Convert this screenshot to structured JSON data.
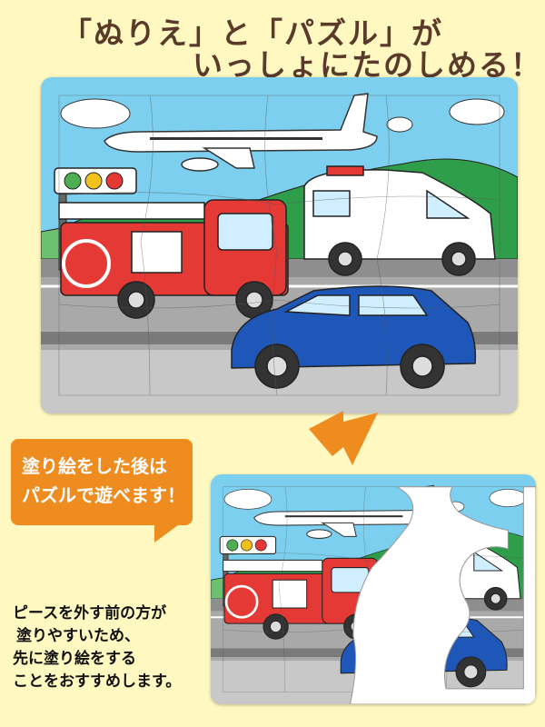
{
  "headline": {
    "line1": "「ぬりえ」と「パズル」が",
    "line2": "いっしょにたのしめる！"
  },
  "callout": {
    "line1": "塗り絵をした後は",
    "line2": "パズルで遊べます！"
  },
  "note": {
    "lines": [
      "ピースを外す前の方が",
      "塗りやすいため、",
      "先に塗り絵をする",
      "ことをおすすめします。"
    ]
  },
  "colors": {
    "background": "#fff8c0",
    "sky": "#7ccfee",
    "callout": "#ef8c20",
    "title": "#5a3a2a"
  }
}
